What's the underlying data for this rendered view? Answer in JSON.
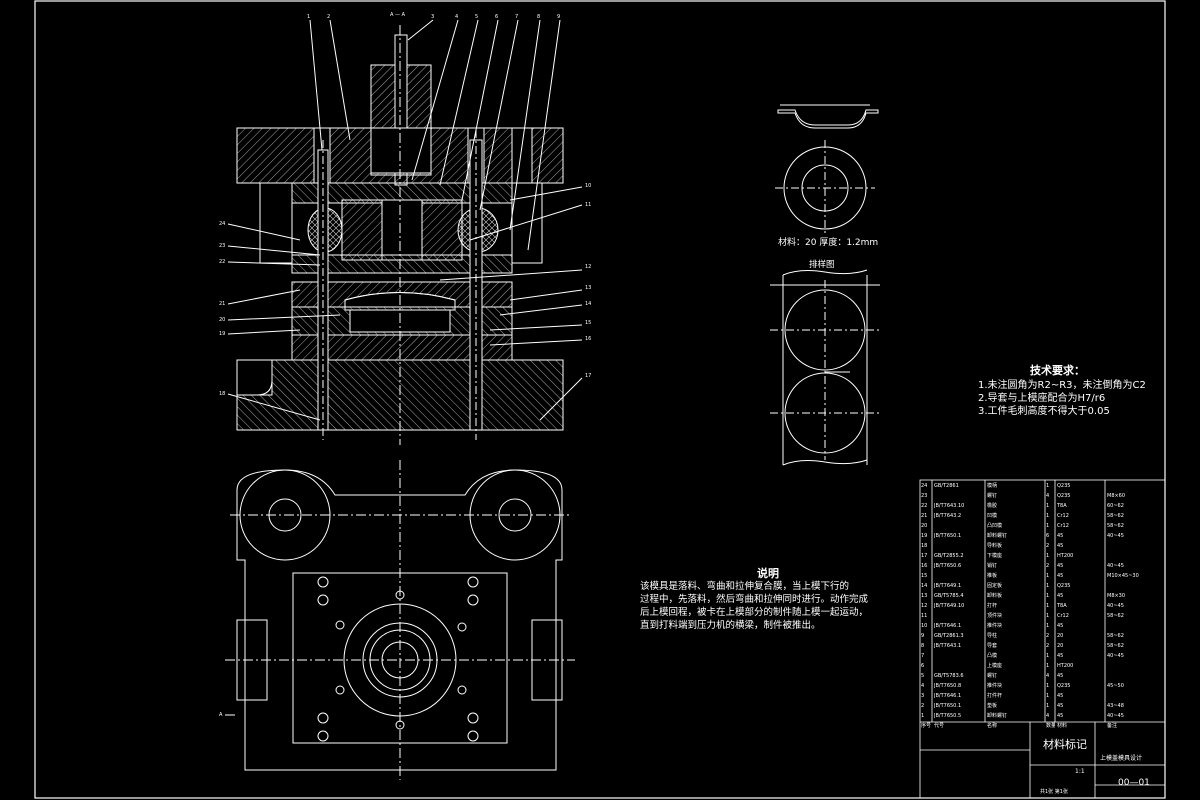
{
  "colors": {
    "background": "#000000",
    "lines": "#ffffff",
    "hatch": "#cfcfcf",
    "accent": "#ff3030"
  },
  "section_label": "A — A",
  "view_label": "A",
  "balloons": [
    "1",
    "2",
    "3",
    "4",
    "5",
    "6",
    "7",
    "8",
    "9",
    "10",
    "11",
    "12",
    "13",
    "14",
    "15",
    "16",
    "17",
    "18",
    "19",
    "20",
    "21",
    "22",
    "23",
    "24"
  ],
  "blank_view": {
    "material_info": "材料：20  厚度：1.2mm",
    "layout_title": "排样图"
  },
  "notes": {
    "title": "说明",
    "lines": [
      "该模具是落料、弯曲和拉伸复合膜，当上模下行的",
      "过程中，先落料，然后弯曲和拉伸同时进行。动作完成",
      "后上模回程，被卡在上模部分的制件随上模一起运动，",
      "直到打料端到压力机的横梁，制件被推出。"
    ]
  },
  "tech_requirements": {
    "title": "技术要求：",
    "items": [
      "1.未注圆角为R2~R3，未注倒角为C2",
      "2.导套与上模座配合为H7/r6",
      "3.工件毛刺高度不得大于0.05"
    ]
  },
  "bom": {
    "rows": [
      [
        "24",
        "GB/T2861",
        "模柄",
        "1",
        "Q235",
        ""
      ],
      [
        "23",
        "",
        "螺钉",
        "4",
        "Q235",
        "M8×60"
      ],
      [
        "22",
        "JB/T7643.10",
        "橡胶",
        "1",
        "T8A",
        "60~62"
      ],
      [
        "21",
        "JB/T7643.2",
        "凹模",
        "1",
        "Cr12",
        "58~62"
      ],
      [
        "20",
        "",
        "凸凹模",
        "1",
        "Cr12",
        "58~62"
      ],
      [
        "19",
        "JB/T7650.1",
        "卸料螺钉",
        "6",
        "45",
        "40~45"
      ],
      [
        "18",
        "",
        "导料板",
        "2",
        "45",
        ""
      ],
      [
        "17",
        "GB/T2855.2",
        "下模座",
        "1",
        "HT200",
        ""
      ],
      [
        "16",
        "JB/T7650.6",
        "销钉",
        "2",
        "45",
        "40~45"
      ],
      [
        "15",
        "",
        "推板",
        "1",
        "45",
        "M10×45~30"
      ],
      [
        "14",
        "JB/T7649.1",
        "固定板",
        "1",
        "Q235",
        ""
      ],
      [
        "13",
        "GB/T5785.4",
        "卸料板",
        "1",
        "45",
        "M8×30"
      ],
      [
        "12",
        "JB/T7649.10",
        "打杆",
        "1",
        "T8A",
        "40~45"
      ],
      [
        "11",
        "",
        "顶件块",
        "1",
        "Cr12",
        "58~62"
      ],
      [
        "10",
        "JB/T7646.1",
        "推件块",
        "1",
        "45",
        ""
      ],
      [
        "9",
        "GB/T2861.3",
        "导柱",
        "2",
        "20",
        "58~62"
      ],
      [
        "8",
        "JB/T7643.1",
        "导套",
        "2",
        "20",
        "58~62"
      ],
      [
        "7",
        "",
        "凸模",
        "1",
        "45",
        "40~45"
      ],
      [
        "6",
        "",
        "上模座",
        "1",
        "HT200",
        ""
      ],
      [
        "5",
        "GB/T5783.6",
        "螺钉",
        "4",
        "45",
        ""
      ],
      [
        "4",
        "JB/T7650.8",
        "推件块",
        "1",
        "Q235",
        "45~50"
      ],
      [
        "3",
        "JB/T7646.1",
        "打件杆",
        "1",
        "45",
        ""
      ],
      [
        "2",
        "JB/T7650.1",
        "垫板",
        "1",
        "45",
        "43~48"
      ],
      [
        "1",
        "JB/T7650.5",
        "卸料螺钉",
        "4",
        "45",
        "40~45"
      ]
    ],
    "header": [
      "序号",
      "代号",
      "名称",
      "数量",
      "材料",
      "备注"
    ]
  },
  "title_block": {
    "material_mark": "材料标记",
    "drawing_name": "上模盖模具设计",
    "drawing_number": "00—01",
    "scale": "1:1",
    "sheet_info": "共1张  第1张"
  }
}
